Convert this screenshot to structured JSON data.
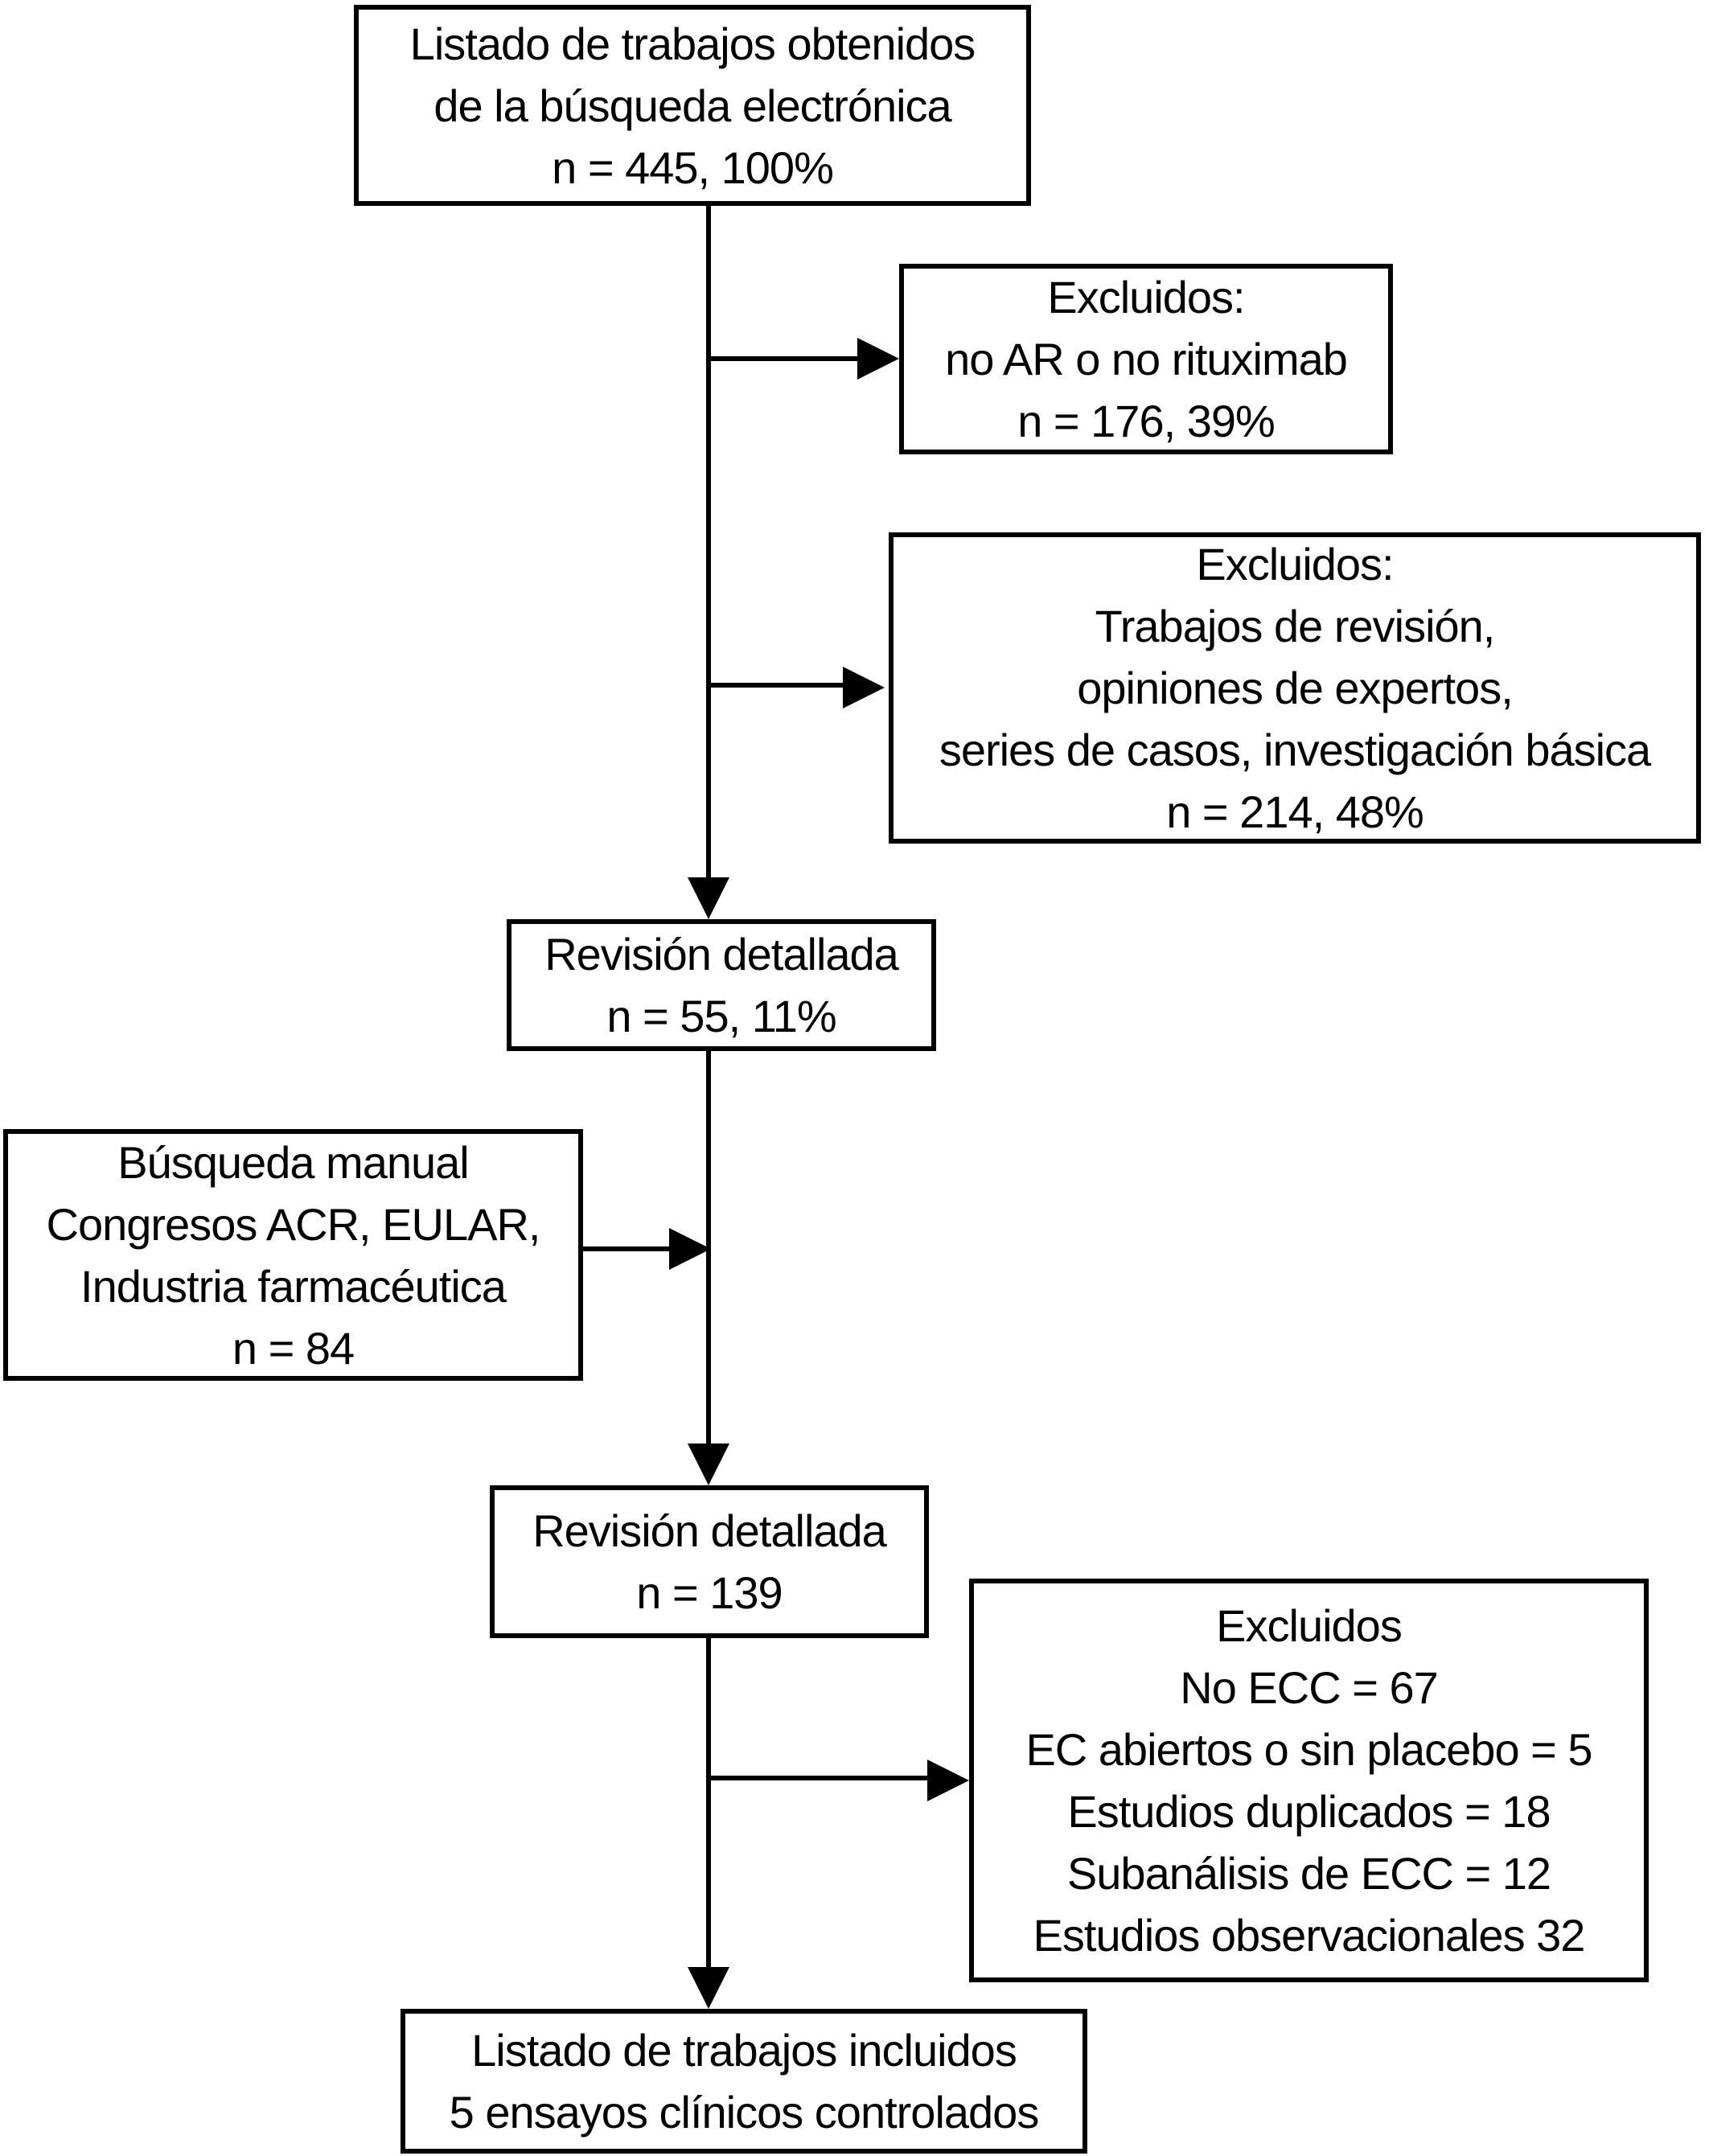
{
  "diagram": {
    "kind": "study-selection-flowchart",
    "colors": {
      "background": "#ffffff",
      "line": "#000000",
      "text": "#000000",
      "box_fill": "#ffffff"
    },
    "nodes": {
      "source": {
        "lines": [
          "Listado de trabajos obtenidos",
          "de la búsqueda electrónica",
          "n = 445, 100%"
        ]
      },
      "excluded1": {
        "lines": [
          "Excluidos:",
          "no AR o no rituximab",
          "n = 176, 39%"
        ]
      },
      "excluded2": {
        "lines": [
          "Excluidos:",
          "Trabajos de revisión,",
          "opiniones de expertos,",
          "series de casos, investigación básica",
          "n = 214, 48%"
        ]
      },
      "review1": {
        "lines": [
          "Revisión detallada",
          "n = 55, 11%"
        ]
      },
      "manual": {
        "lines": [
          "Búsqueda manual",
          "Congresos ACR, EULAR,",
          "Industria farmacéutica",
          "n = 84"
        ]
      },
      "review2": {
        "lines": [
          "Revisión detallada",
          "n = 139"
        ]
      },
      "excluded3": {
        "lines": [
          "Excluidos",
          "No ECC = 67",
          "EC abiertos o sin placebo = 5",
          "Estudios duplicados = 18",
          "Subanálisis de ECC = 12",
          "Estudios observacionales 32"
        ]
      },
      "included": {
        "lines": [
          "Listado de trabajos incluidos",
          "5 ensayos clínicos controlados"
        ]
      }
    },
    "edges": [
      {
        "from": "source",
        "to": "excluded1",
        "style": "arrow-right"
      },
      {
        "from": "source",
        "to": "excluded2",
        "style": "arrow-right"
      },
      {
        "from": "source",
        "to": "review1",
        "style": "arrow-down"
      },
      {
        "from": "manual",
        "to": "review1-review2-spine",
        "style": "arrow-right"
      },
      {
        "from": "review1",
        "to": "review2",
        "style": "arrow-down"
      },
      {
        "from": "review2",
        "to": "excluded3",
        "style": "arrow-right"
      },
      {
        "from": "review2",
        "to": "included",
        "style": "arrow-down"
      }
    ]
  }
}
